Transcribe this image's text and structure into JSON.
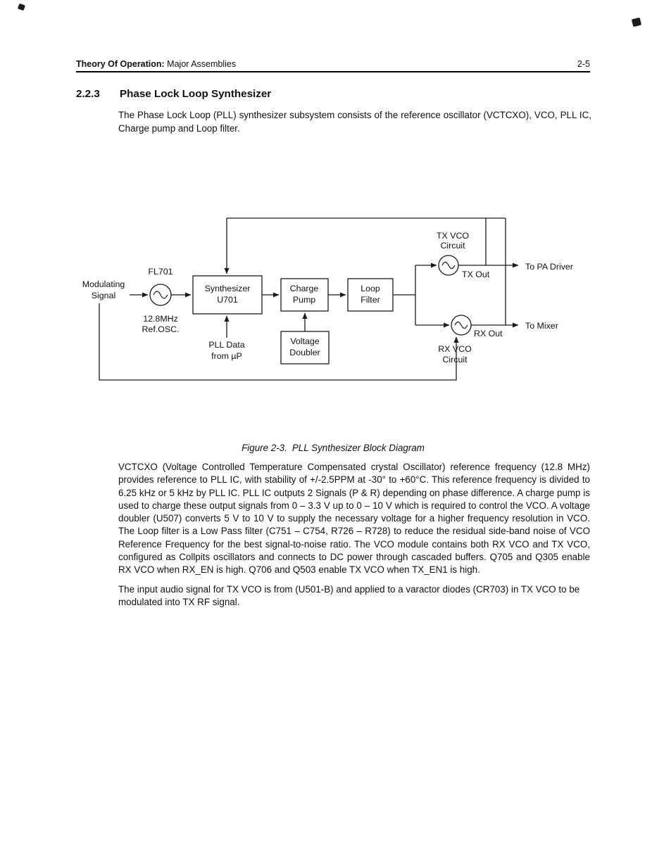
{
  "page": {
    "header": {
      "title_bold": "Theory Of Operation:",
      "title_regular": " Major Assemblies",
      "page_number": "2-5"
    },
    "section": {
      "number": "2.2.3",
      "title": "Phase Lock Loop Synthesizer",
      "intro": "The Phase Lock Loop (PLL) synthesizer subsystem consists of the reference oscillator (VCTCXO), VCO, PLL IC, Charge pump and Loop filter."
    },
    "figure": {
      "caption_label": "Figure 2-3.",
      "caption_title": "PLL Synthesizer Block Diagram"
    },
    "body": {
      "paragraph1": "VCTCXO (Voltage Controlled Temperature Compensated crystal Oscillator) reference frequency (12.8 MHz) provides reference to PLL IC, with stability of +/-2.5PPM at -30° to +60°C. This reference frequency is divided to 6.25 kHz or 5 kHz by PLL IC. PLL IC outputs 2 Signals (P & R) depending on phase difference. A charge pump is used to charge these output signals from 0 – 3.3 V up to 0 – 10 V which is required to control the VCO. A voltage doubler (U507) converts 5 V to 10 V to supply the necessary voltage for a higher frequency resolution in VCO. The Loop filter is a Low Pass filter (C751 – C754, R726 – R728) to reduce the residual side-band noise of VCO Reference Frequency for the best signal-to-noise ratio. The VCO module contains both RX VCO and TX VCO, configured as Collpits oscillators and connects to DC power through cascaded buffers. Q705 and Q305 enable RX VCO when RX_EN is high. Q706 and Q503 enable TX VCO when TX_EN1 is high.",
      "paragraph2": "The input audio signal for TX VCO is from (U501-B) and applied to a varactor diodes (CR703) in TX VCO to be modulated into TX RF signal."
    }
  },
  "diagram": {
    "labels": {
      "modulating_1": "Modulating",
      "modulating_2": "Signal",
      "fl701": "FL701",
      "refosc_1": "12.8MHz",
      "refosc_2": "Ref.OSC.",
      "synth_1": "Synthesizer",
      "synth_2": "U701",
      "chargepump_1": "Charge",
      "chargepump_2": "Pump",
      "loopfilter_1": "Loop",
      "loopfilter_2": "Filter",
      "doubler_1": "Voltage",
      "doubler_2": "Doubler",
      "plldata_1": "PLL Data",
      "plldata_2": "from µP",
      "txvco_1": "TX VCO",
      "txvco_2": "Circuit",
      "rxvco_1": "RX VCO",
      "rxvco_2": "Circuit",
      "tx_out": "TX Out",
      "rx_out": "RX Out",
      "to_pa_driver": "To PA Driver",
      "to_mixer": "To Mixer"
    }
  }
}
